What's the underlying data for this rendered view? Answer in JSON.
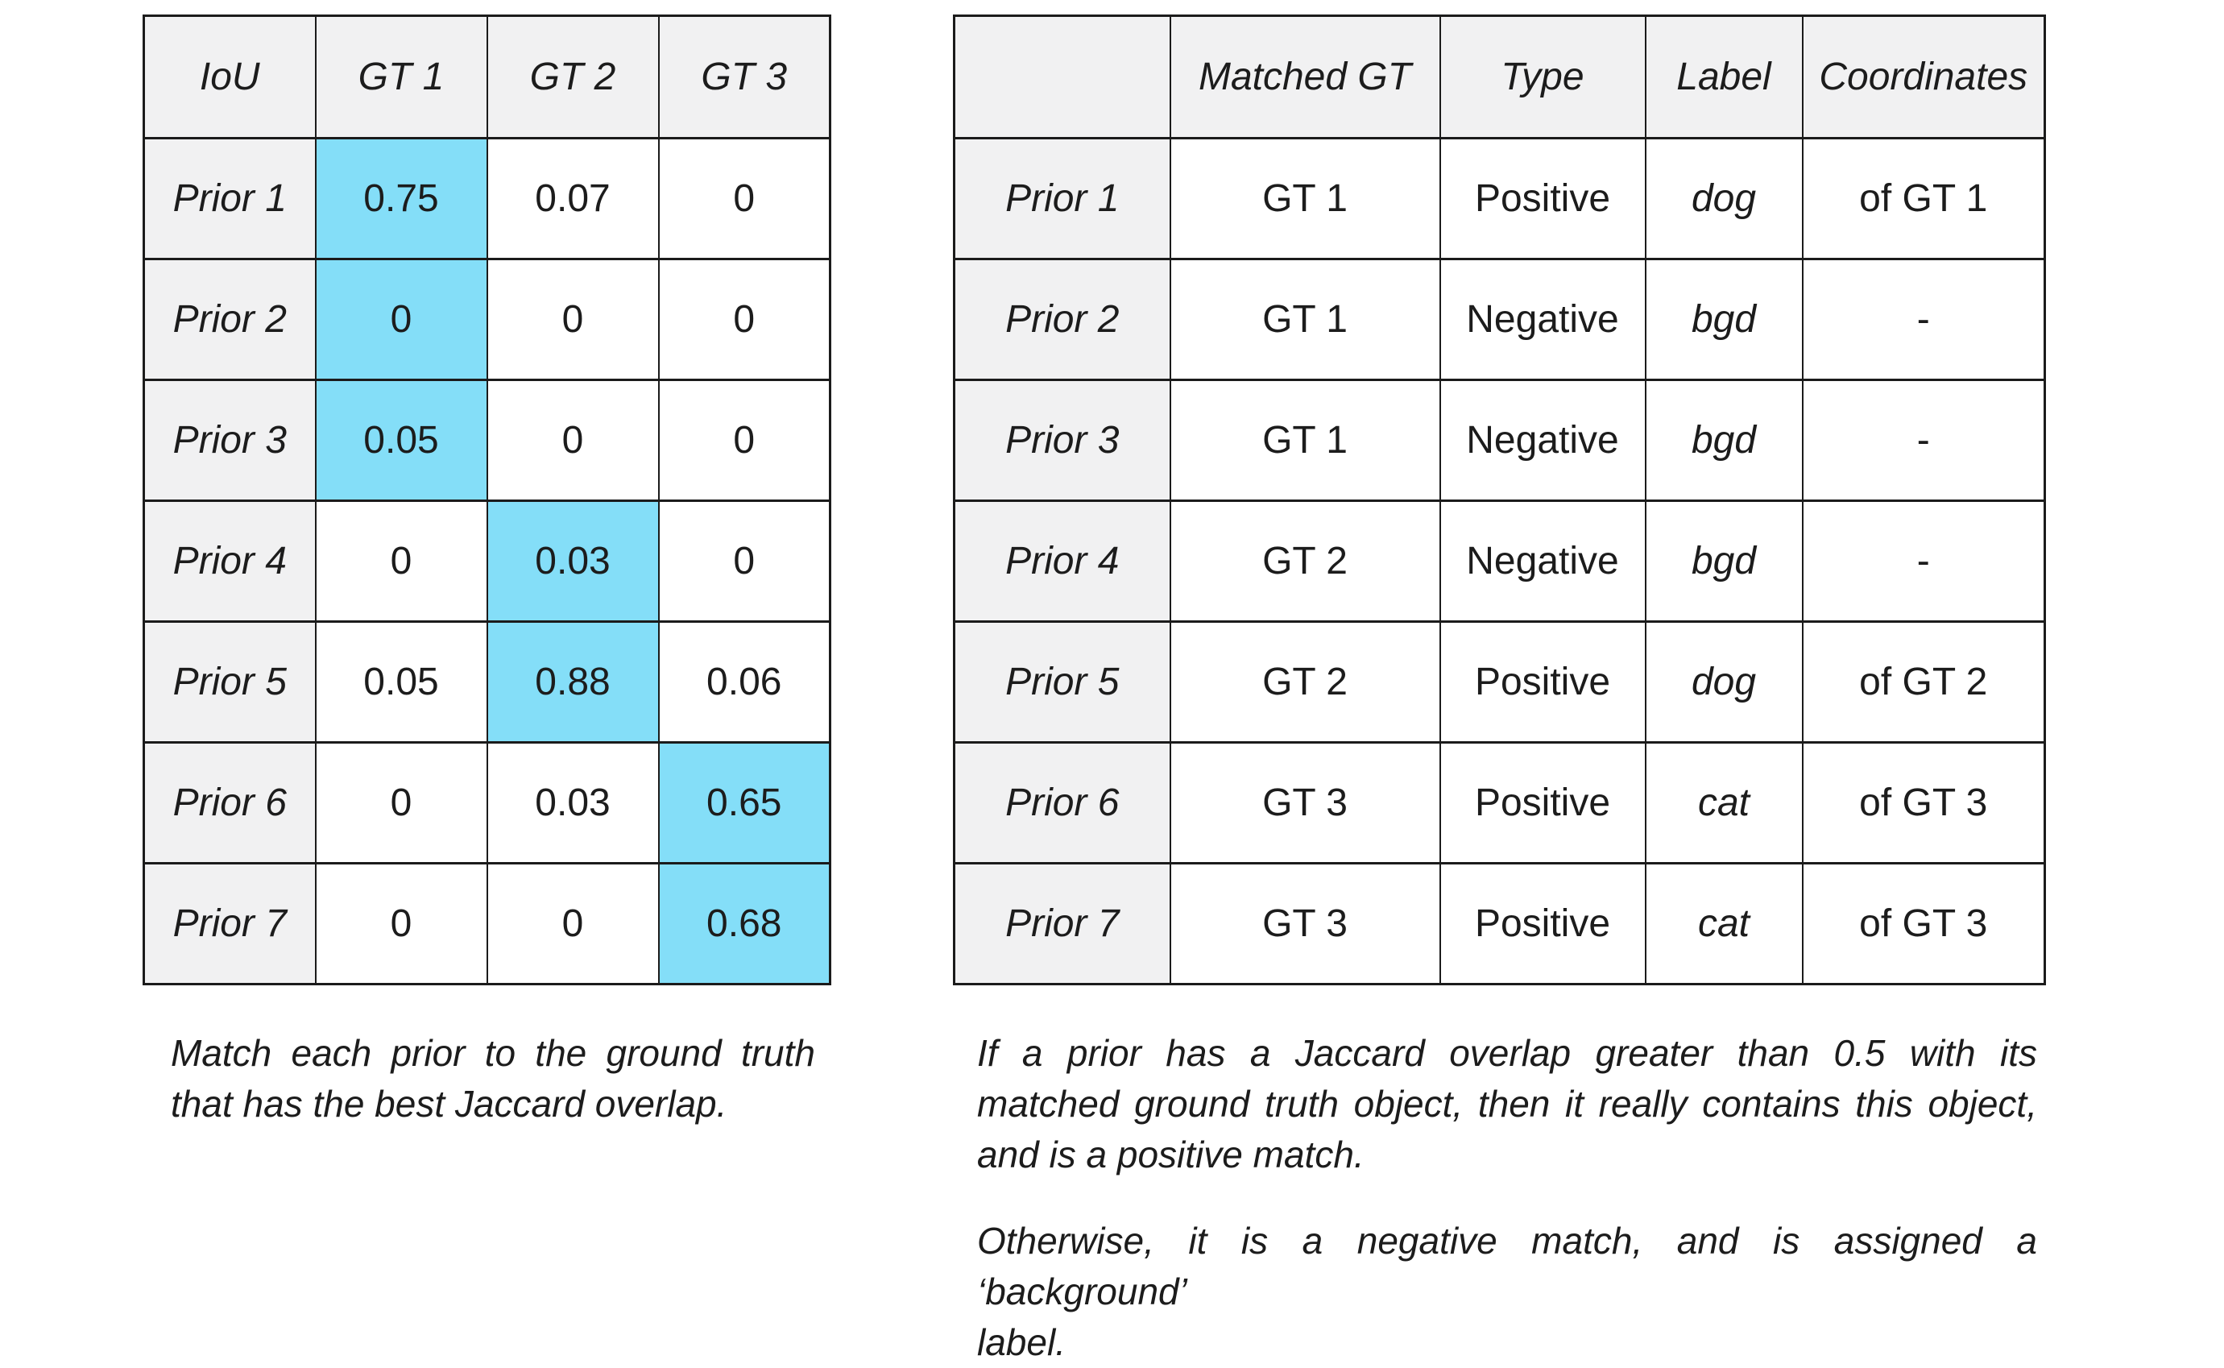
{
  "figure": {
    "background": "#ffffff",
    "colors": {
      "highlight": "#84def8",
      "header_bg": "#f1f1f2",
      "border": "#1b1b1b",
      "text": "#1c1c1c"
    }
  },
  "iou_table": {
    "corner_label": "IoU",
    "col_headers": [
      "GT 1",
      "GT 2",
      "GT 3"
    ],
    "rows": [
      {
        "label": "Prior 1",
        "values": [
          "0.75",
          "0.07",
          "0"
        ],
        "highlight_col": 0
      },
      {
        "label": "Prior 2",
        "values": [
          "0",
          "0",
          "0"
        ],
        "highlight_col": 0
      },
      {
        "label": "Prior 3",
        "values": [
          "0.05",
          "0",
          "0"
        ],
        "highlight_col": 0
      },
      {
        "label": "Prior 4",
        "values": [
          "0",
          "0.03",
          "0"
        ],
        "highlight_col": 1
      },
      {
        "label": "Prior 5",
        "values": [
          "0.05",
          "0.88",
          "0.06"
        ],
        "highlight_col": 1
      },
      {
        "label": "Prior 6",
        "values": [
          "0",
          "0.03",
          "0.65"
        ],
        "highlight_col": 2
      },
      {
        "label": "Prior 7",
        "values": [
          "0",
          "0",
          "0.68"
        ],
        "highlight_col": 2
      }
    ],
    "caption_lines": [
      "Match each prior to the ground truth",
      "that has the best Jaccard overlap."
    ]
  },
  "match_table": {
    "corner_label": "",
    "col_headers": [
      "Matched GT",
      "Type",
      "Label",
      "Coordinates"
    ],
    "rows": [
      {
        "label": "Prior 1",
        "matched_gt": "GT 1",
        "type": "Positive",
        "class_label": "dog",
        "coordinates": "of GT 1"
      },
      {
        "label": "Prior 2",
        "matched_gt": "GT 1",
        "type": "Negative",
        "class_label": "bgd",
        "coordinates": "-"
      },
      {
        "label": "Prior 3",
        "matched_gt": "GT 1",
        "type": "Negative",
        "class_label": "bgd",
        "coordinates": "-"
      },
      {
        "label": "Prior 4",
        "matched_gt": "GT 2",
        "type": "Negative",
        "class_label": "bgd",
        "coordinates": "-"
      },
      {
        "label": "Prior 5",
        "matched_gt": "GT 2",
        "type": "Positive",
        "class_label": "dog",
        "coordinates": "of GT 2"
      },
      {
        "label": "Prior 6",
        "matched_gt": "GT 3",
        "type": "Positive",
        "class_label": "cat",
        "coordinates": "of GT 3"
      },
      {
        "label": "Prior 7",
        "matched_gt": "GT 3",
        "type": "Positive",
        "class_label": "cat",
        "coordinates": "of GT 3"
      }
    ],
    "caption_paragraphs": [
      {
        "lines": [
          "If a prior has a Jaccard overlap greater than 0.5 with its",
          "matched ground truth object, then it really contains this object,",
          "and is a positive match."
        ]
      },
      {
        "lines": [
          "Otherwise, it is a negative match, and is assigned a ‘background’",
          "label."
        ]
      }
    ]
  }
}
